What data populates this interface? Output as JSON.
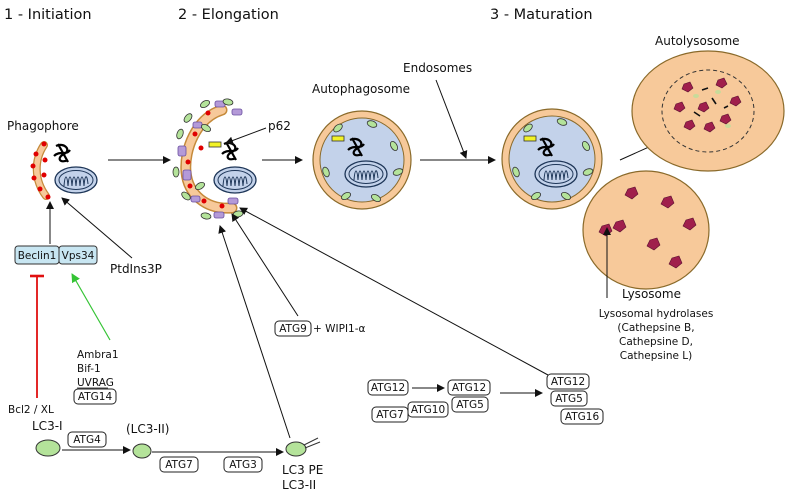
{
  "stages": {
    "initiation": "1 - Initiation",
    "elongation": "2 - Elongation",
    "maturation": "3 - Maturation"
  },
  "labels": {
    "phagophore": "Phagophore",
    "autophagosome": "Autophagosome",
    "endosomes": "Endosomes",
    "autolysosome": "Autolysosome",
    "lysosome": "Lysosome",
    "p62": "p62",
    "ptdins3p": "PtdIns3P",
    "bcl2": "Bcl2 / XL",
    "wipi": "+ WIPI1-α",
    "lc3_1": "LC3-I",
    "lc3_2_paren": "(LC3-II)",
    "lc3_pe": "LC3 PE",
    "lc3_2": "LC3-II"
  },
  "beclin_complex": {
    "beclin1": "Beclin1",
    "vps34": "Vps34"
  },
  "activators": [
    "Ambra1",
    "Bif-1",
    "UVRAG",
    "ATG14"
  ],
  "hydrolases": [
    "Lysosomal hydrolases",
    "(Cathepsine B,",
    "Cathepsine D,",
    "Cathepsine L)"
  ],
  "atg": {
    "atg4": "ATG4",
    "atg7_lc3": "ATG7",
    "atg3": "ATG3",
    "atg9": "ATG9",
    "atg12_a": "ATG12",
    "atg7": "ATG7",
    "atg10": "ATG10",
    "atg12_b": "ATG12",
    "atg5_b": "ATG5",
    "atg12_c": "ATG12",
    "atg5_c": "ATG5",
    "atg16": "ATG16"
  },
  "colors": {
    "membrane": "#f7c99a",
    "membrane_edge": "#c58a3a",
    "lumen": "#c3d2ea",
    "lysosome_fill": "#f7c99a",
    "lc3": "#b4e39a",
    "dots": "#e00000",
    "purple": "#b49ad8",
    "hydrolase": "#a01f4c",
    "inhibit": "#e01010",
    "activate": "#35c435",
    "complex": "#c8e6f2"
  }
}
